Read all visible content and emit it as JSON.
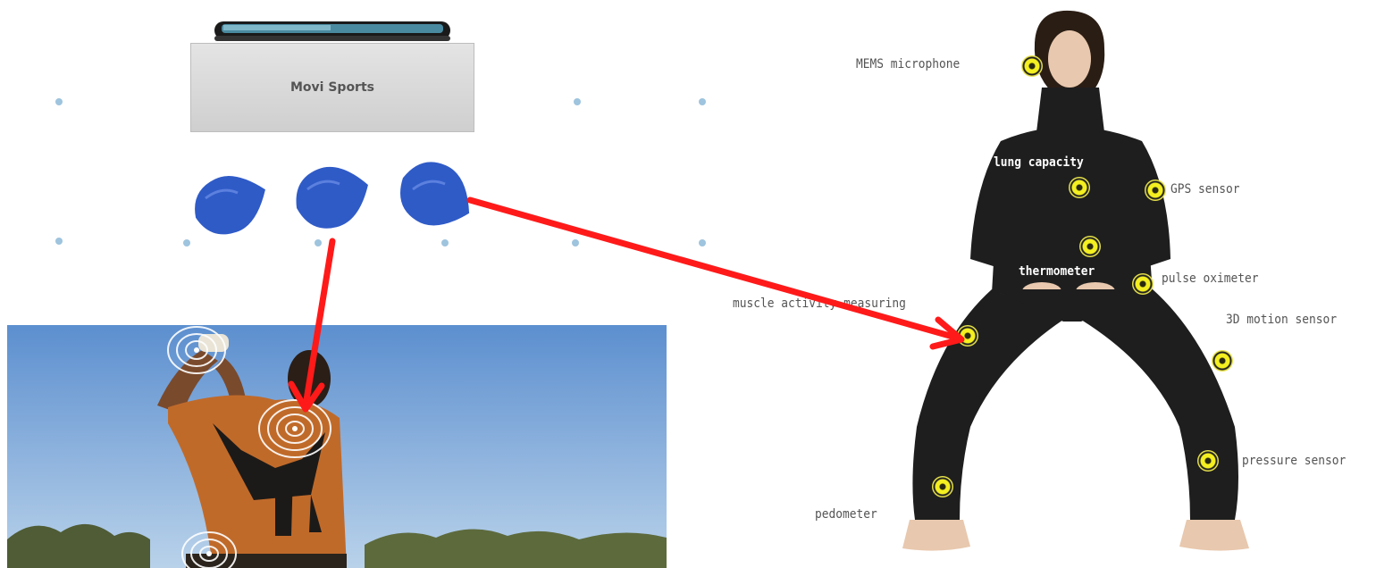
{
  "product": {
    "box_label": "Movi Sports"
  },
  "colors": {
    "arrow": "#ff1a1a",
    "pod": "#2f5bc7",
    "sensor": "#f4ef20",
    "suit": "#1e1e1e",
    "dot": "#9ec4de"
  },
  "sensor_labels": {
    "mems_microphone": "MEMS microphone",
    "lung_capacity": "lung capacity",
    "gps_sensor": "GPS sensor",
    "thermometer": "thermometer",
    "pulse_oximeter": "pulse oximeter",
    "muscle_activity": "muscle activity measuring",
    "motion_3d": "3D motion sensor",
    "pressure_sensor": "pressure sensor",
    "pedometer": "pedometer"
  }
}
